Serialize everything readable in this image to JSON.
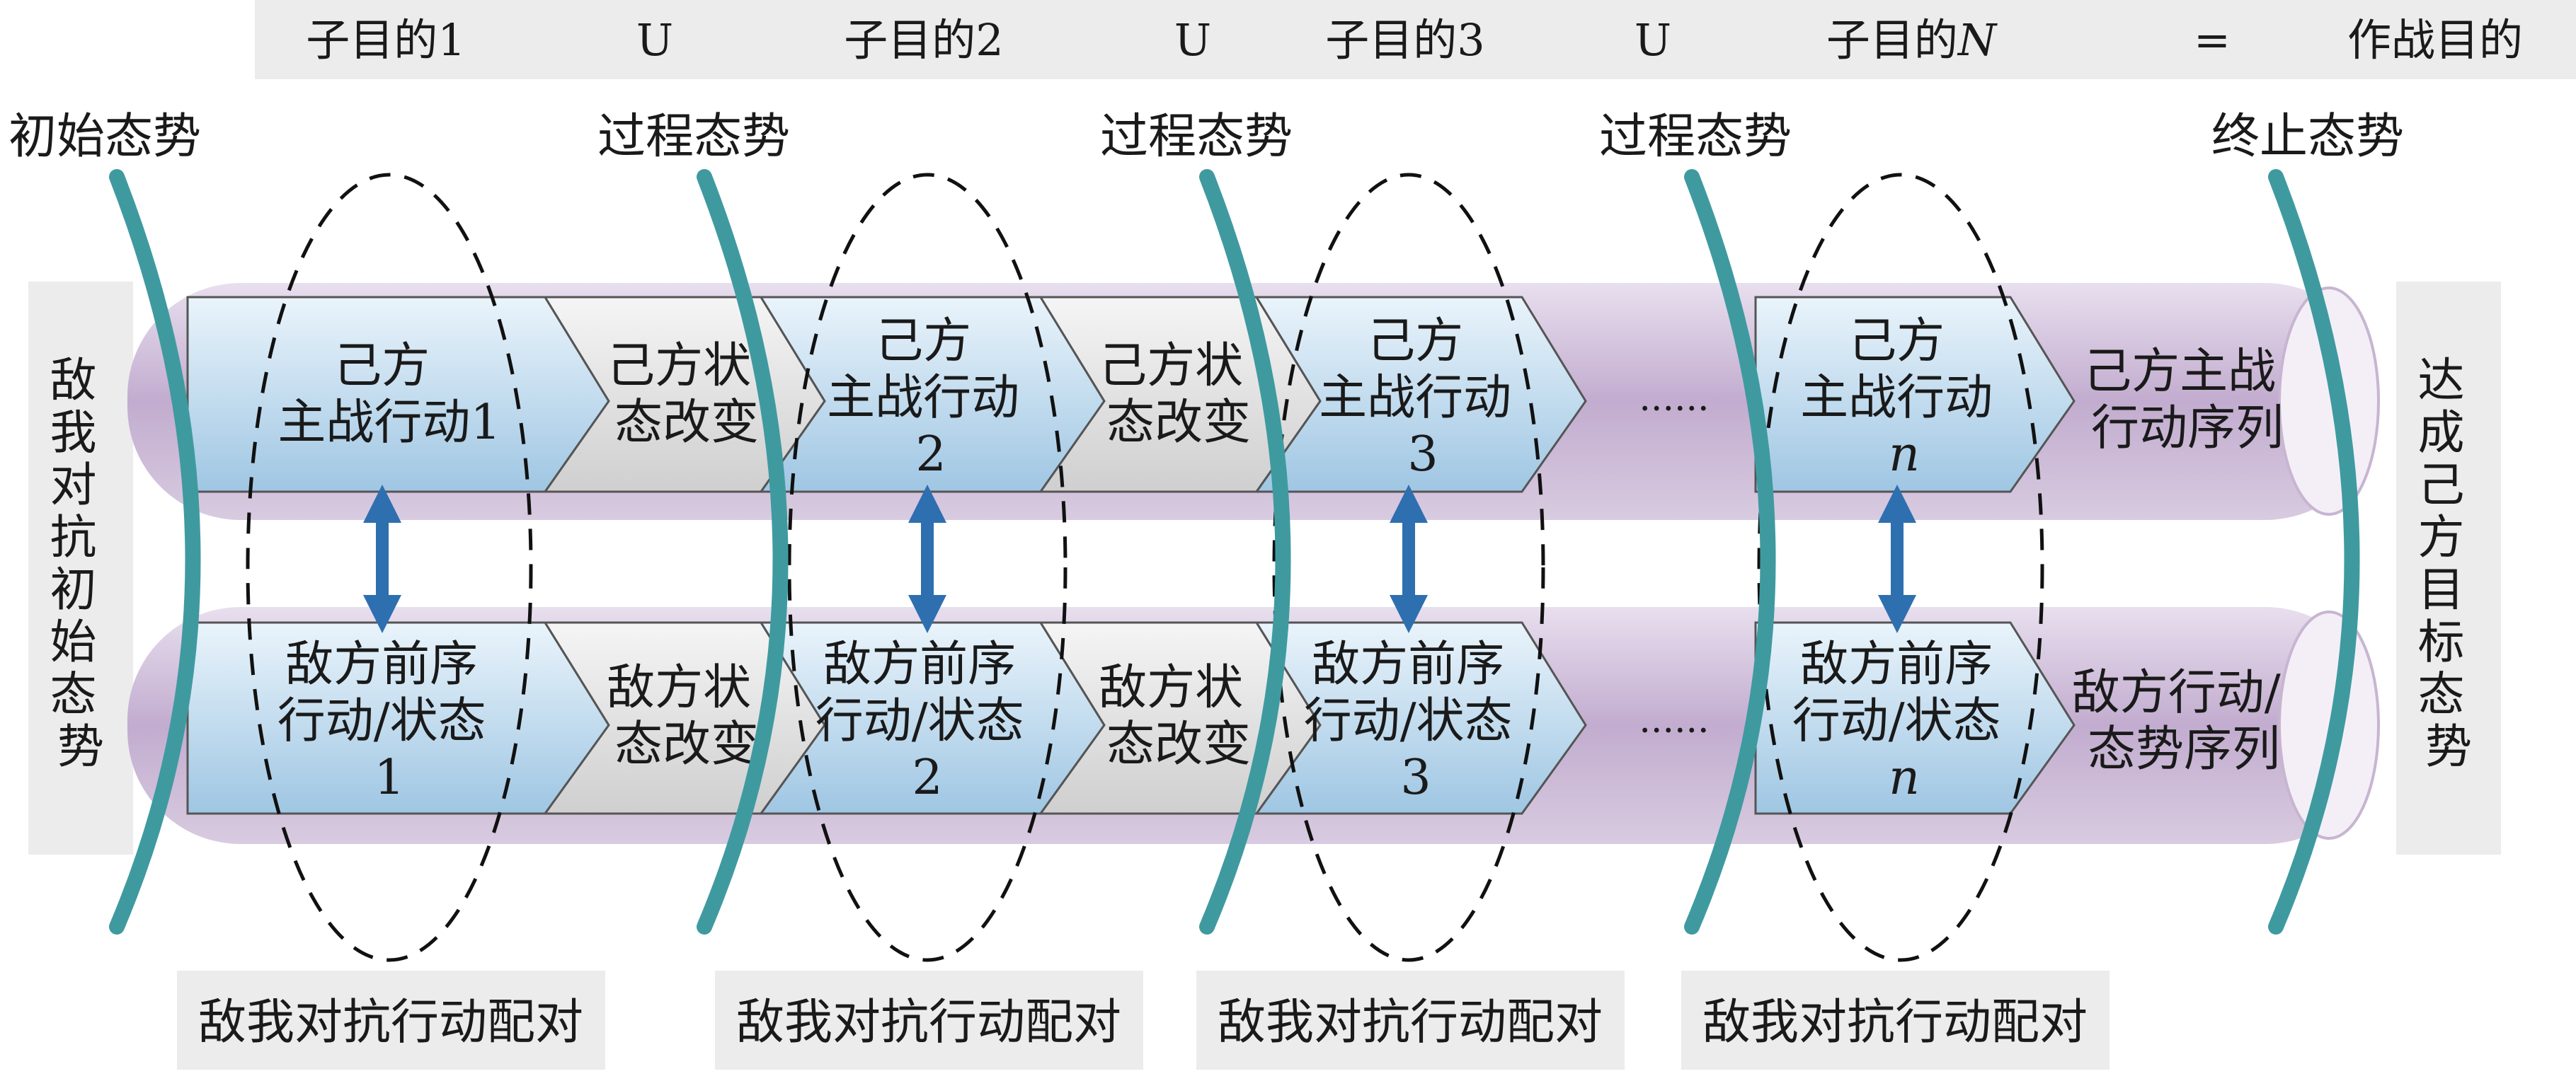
{
  "top_bar": {
    "items": [
      "子目的1",
      "U",
      "子目的2",
      "U",
      "子目的3",
      "U",
      "子目的",
      "=",
      "作战目的"
    ],
    "last_sub_suffix": "N"
  },
  "states": [
    "初始态势",
    "过程态势",
    "过程态势",
    "过程态势",
    "终止态势"
  ],
  "left_label": "敌我对抗初始态势",
  "right_label": "达成己方目标态势",
  "own_row": {
    "actions": [
      {
        "line1": "己方",
        "line2": "主战行动1",
        "line3": ""
      },
      {
        "line1": "己方",
        "line2": "主战行动",
        "line3": "2"
      },
      {
        "line1": "己方",
        "line2": "主战行动",
        "line3": "3"
      },
      {
        "line1": "己方",
        "line2": "主战行动",
        "line3": "n"
      }
    ],
    "state_changes": [
      {
        "line1": "己方状",
        "line2": "态改变"
      },
      {
        "line1": "己方状",
        "line2": "态改变"
      }
    ],
    "ellipsis": "......",
    "end_label": {
      "line1": "己方主战",
      "line2": "行动序列"
    }
  },
  "enemy_row": {
    "actions": [
      {
        "line1": "敌方前序",
        "line2": "行动/状态",
        "line3": "1"
      },
      {
        "line1": "敌方前序",
        "line2": "行动/状态",
        "line3": "2"
      },
      {
        "line1": "敌方前序",
        "line2": "行动/状态",
        "line3": "3"
      },
      {
        "line1": "敌方前序",
        "line2": "行动/状态",
        "line3": "n"
      }
    ],
    "state_changes": [
      {
        "line1": "敌方状",
        "line2": "态改变"
      },
      {
        "line1": "敌方状",
        "line2": "态改变"
      }
    ],
    "ellipsis": "......",
    "end_label": {
      "line1": "敌方行动/",
      "line2": "态势序列"
    }
  },
  "pairing_labels": [
    "敌我对抗行动配对",
    "敌我对抗行动配对",
    "敌我对抗行动配对",
    "敌我对抗行动配对"
  ],
  "colors": {
    "band": "#c9b6d3",
    "chevron_blue": "#a9cde6",
    "chevron_gray": "#d8d8d8",
    "arc": "#3f9aa0",
    "arrow": "#2e6fb0",
    "label_box": "#ececec"
  }
}
